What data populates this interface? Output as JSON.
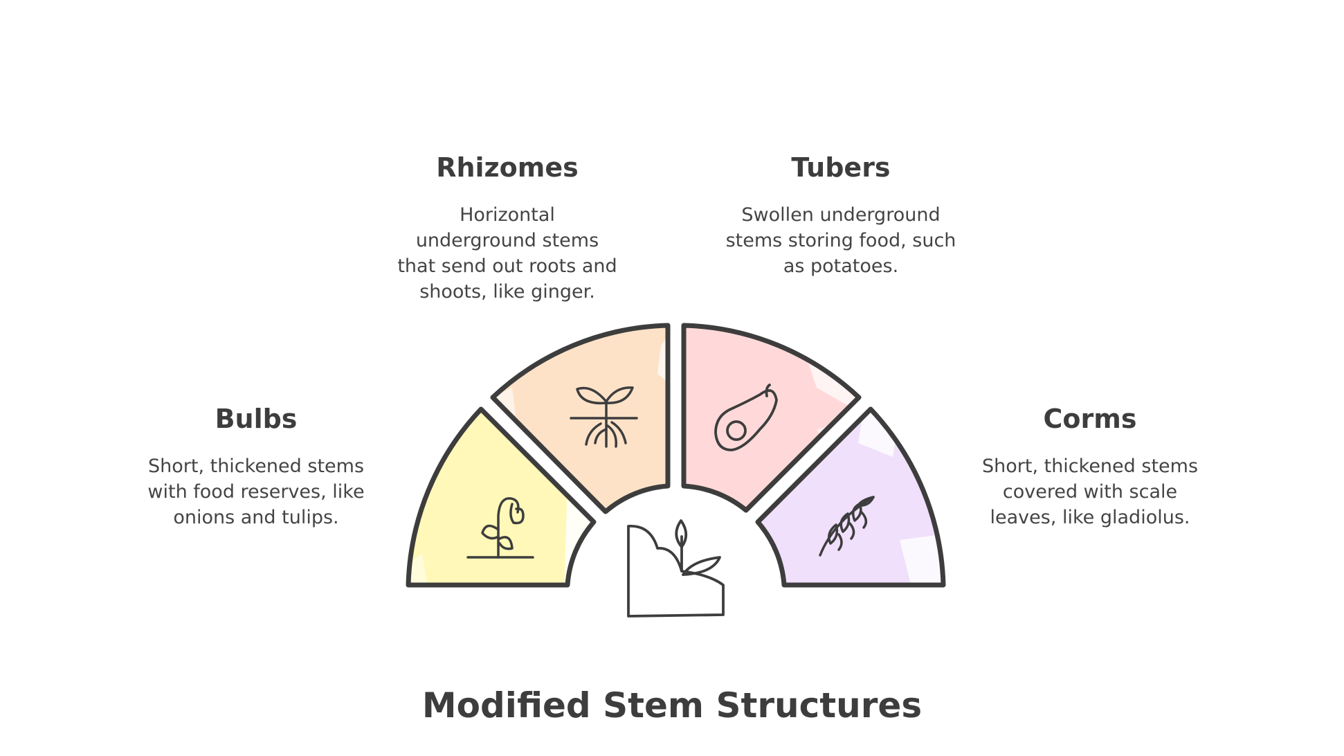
{
  "title": "Modified Stem Structures",
  "colors": {
    "outline": "#3d3d3d",
    "bulbs": "#fff8b8",
    "rhizomes": "#fde2c8",
    "tubers": "#ffd9d9",
    "corms": "#f0e0fb"
  },
  "segments": [
    {
      "key": "bulbs",
      "heading": "Bulbs",
      "description": "Short, thickened stems with food reserves, like onions and tulips.",
      "icon": "wilting-plant-icon"
    },
    {
      "key": "rhizomes",
      "heading": "Rhizomes",
      "description": "Horizontal underground stems that send out roots and shoots, like ginger.",
      "icon": "sprout-roots-icon"
    },
    {
      "key": "tubers",
      "heading": "Tubers",
      "description": "Swollen underground stems storing food, such as potatoes.",
      "icon": "potato-icon"
    },
    {
      "key": "corms",
      "heading": "Corms",
      "description": "Short, thickened stems covered with scale leaves, like gladiolus.",
      "icon": "gladiolus-icon"
    }
  ],
  "center_icon": "plant-growing-from-ground-icon"
}
